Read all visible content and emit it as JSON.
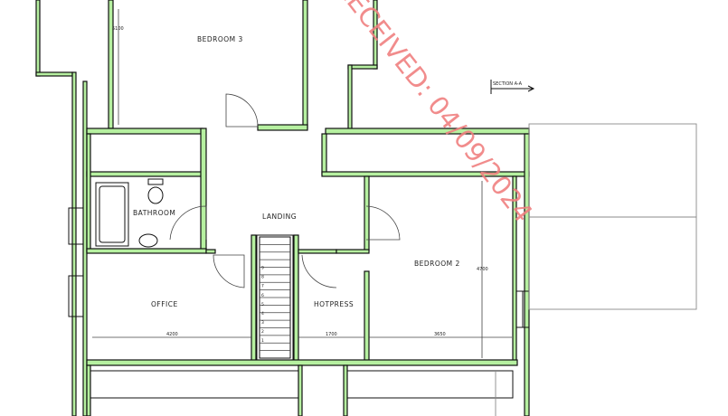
{
  "rooms": {
    "bedroom3": "BEDROOM 3",
    "bathroom": "BATHROOM",
    "landing": "LANDING",
    "bedroom2": "BEDROOM 2",
    "office": "OFFICE",
    "hotpress": "HOTPRESS"
  },
  "dimensions": {
    "bedroom3_height": "5100",
    "bedroom2_height": "4700",
    "office_width": "4200",
    "hotpress_width": "1700",
    "bedroom2_width": "3650"
  },
  "section_marker": "SECTION A-A",
  "stair_steps": [
    "1",
    "2",
    "3",
    "4",
    "5",
    "6",
    "7",
    "8",
    "9"
  ],
  "stamp_text": "RECEIVED: 04/09/2024",
  "colors": {
    "wall_fill": "#b6f0a0",
    "line": "#111111",
    "stamp": "#f08080"
  }
}
